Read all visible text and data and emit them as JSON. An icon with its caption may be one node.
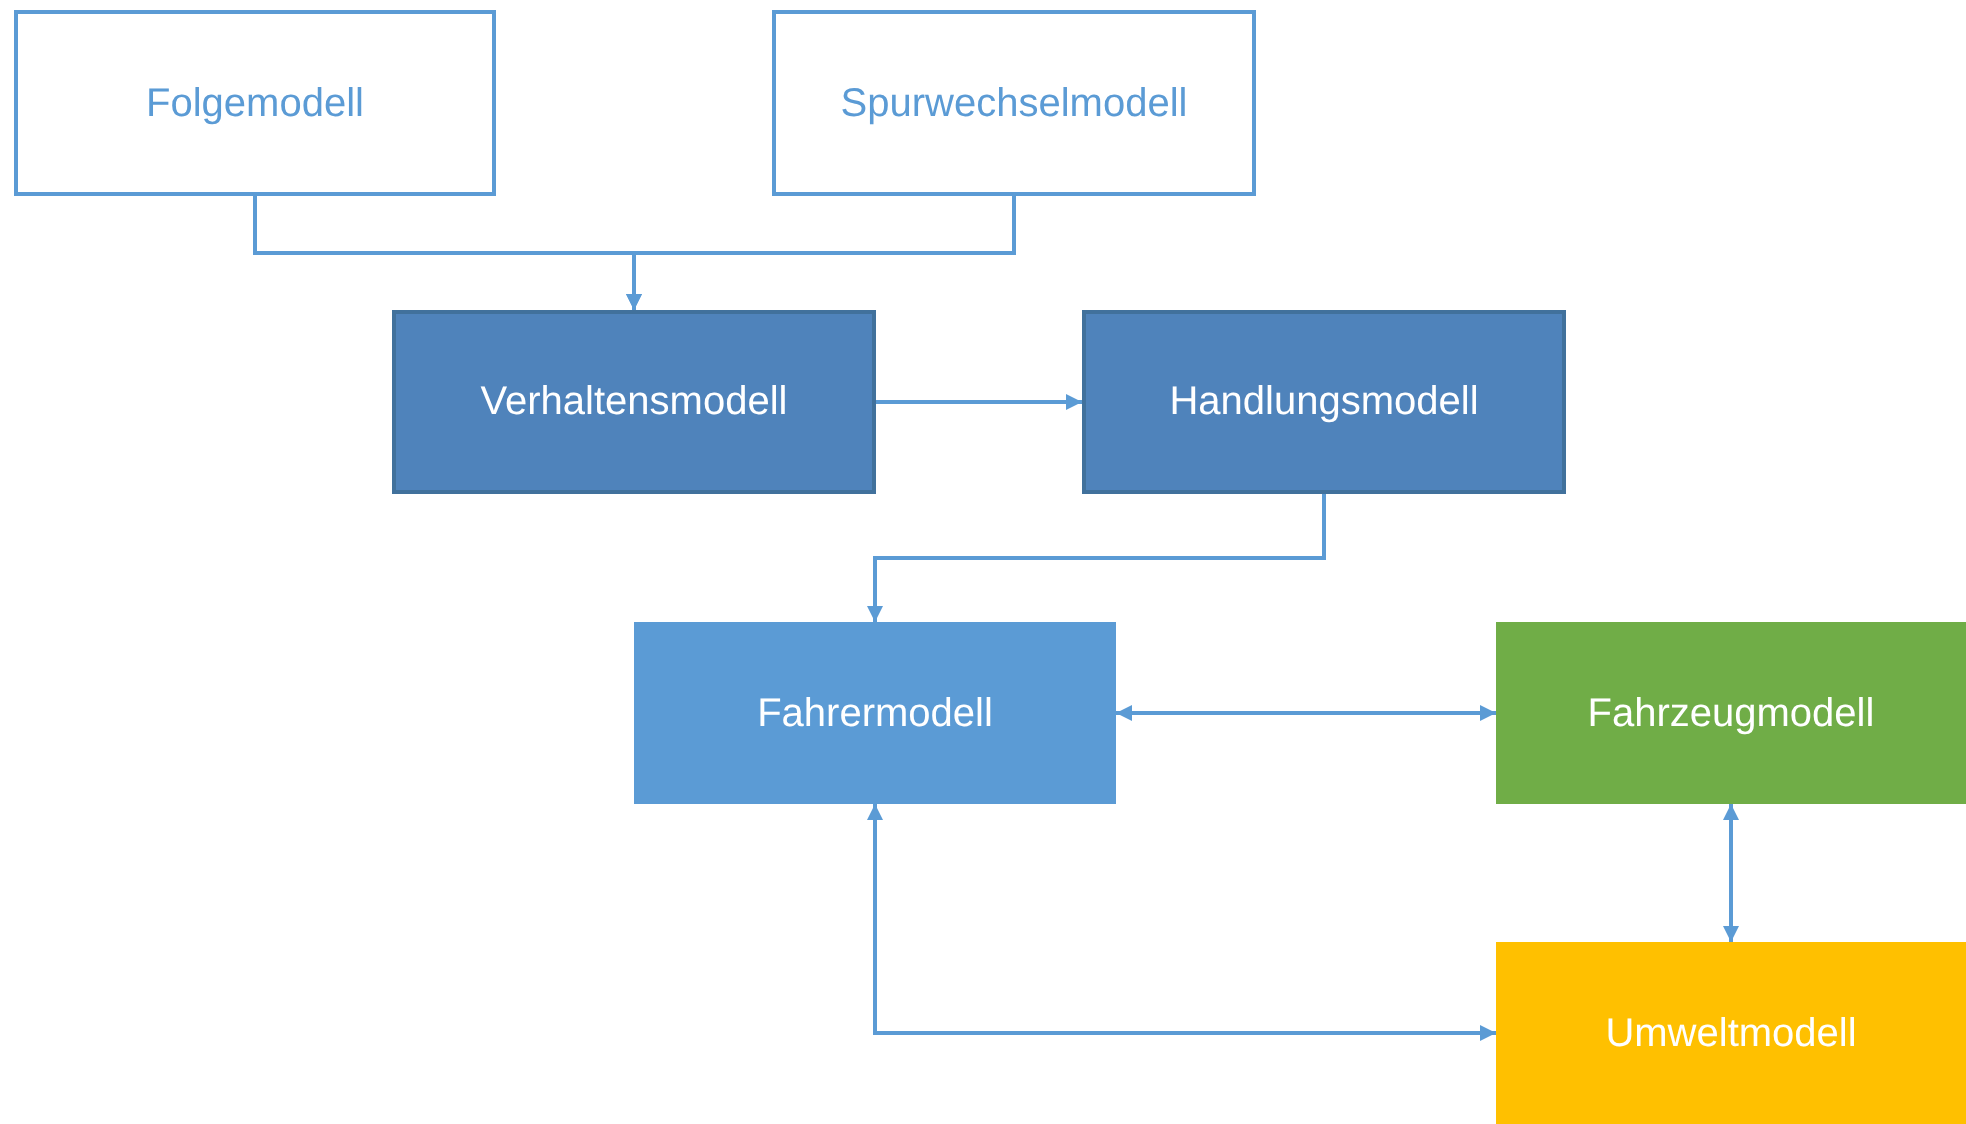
{
  "diagram": {
    "nodes": [
      {
        "text": [
          "Folgemodell"
        ]
      },
      {
        "text": [
          "Spurwechselmodell"
        ]
      },
      {
        "text": [
          "Verhaltensmodell"
        ]
      },
      {
        "text": [
          "Handlungsmodell"
        ]
      },
      {
        "text": [
          "Fahrermodell"
        ]
      },
      {
        "text": [
          "Fahrzeugmodell"
        ]
      },
      {
        "text": [
          "Umweltmodell"
        ]
      }
    ],
    "edges": [
      {
        "from": 0,
        "to": 2,
        "arrow": "to"
      },
      {
        "from": 1,
        "to": 2,
        "arrow": "to"
      },
      {
        "from": 2,
        "to": 3,
        "arrow": "to"
      },
      {
        "from": 3,
        "to": 4,
        "arrow": "to"
      },
      {
        "from": 4,
        "to": 5,
        "arrow": "both"
      },
      {
        "from": 5,
        "to": 6,
        "arrow": "both"
      },
      {
        "from": 4,
        "to": 6,
        "arrow": "both"
      }
    ]
  }
}
